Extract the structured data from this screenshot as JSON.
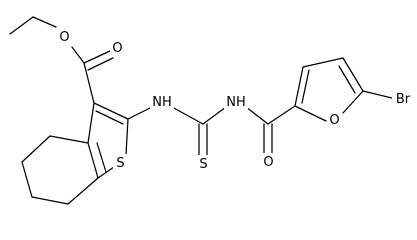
{
  "molecule": {
    "atom_labels": {
      "O_ester_single": "O",
      "O_ester_double": "O",
      "S_thiophene": "S",
      "NH_left": "NH",
      "NH_right": "NH",
      "S_thiocarbonyl": "S",
      "O_amide": "O",
      "O_furan": "O",
      "Br": "Br"
    }
  },
  "colors": {
    "bond": "#000000",
    "label": "#000000",
    "background": "#ffffff"
  }
}
